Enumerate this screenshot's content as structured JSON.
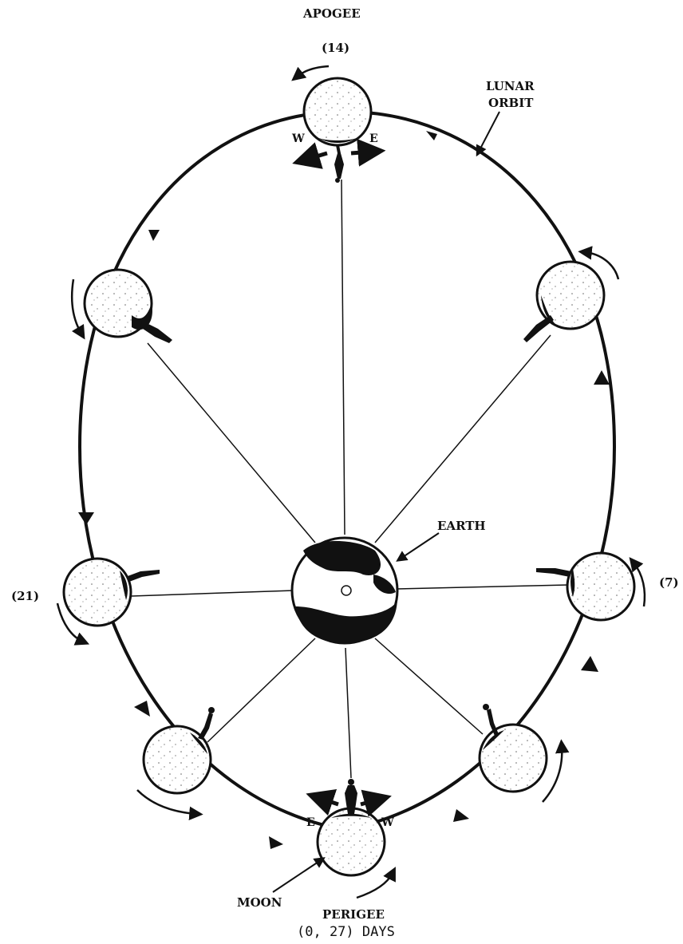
{
  "diagram": {
    "labels": {
      "apogee": "APOGEE",
      "lunar_orbit_line1": "LUNAR",
      "lunar_orbit_line2": "ORBIT",
      "earth": "EARTH",
      "moon": "MOON",
      "perigee": "PERIGEE",
      "perigee_days": "(0, 27) DAYS",
      "day_14": "(14)",
      "day_7": "(7)",
      "day_21": "(21)",
      "west": "W",
      "east": "E"
    },
    "colors": {
      "ink": "#111111",
      "paper": "#ffffff"
    }
  }
}
